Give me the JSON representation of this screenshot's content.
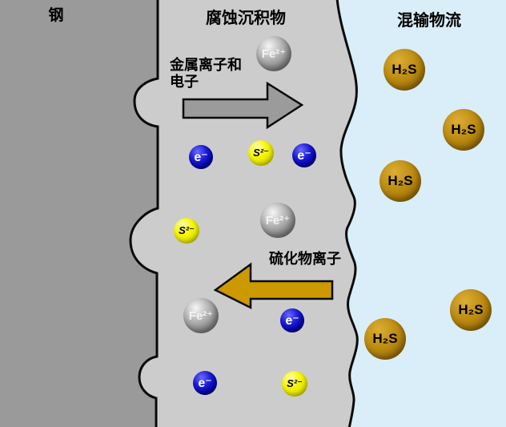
{
  "diagram": {
    "regions": {
      "steel": "钢",
      "deposit": "腐蚀沉积物",
      "fluid": "混输物流"
    },
    "arrows": {
      "metal_ions": {
        "label_line1": "金属离子和",
        "label_line2": "电子",
        "direction": "right"
      },
      "sulfide_ions": {
        "label": "硫化物离子",
        "direction": "left"
      }
    },
    "particle_labels": {
      "fe": "Fe²⁺",
      "electron": "e⁻",
      "sulfide": "S²⁻",
      "h2s": "H₂S"
    },
    "particle_counts": {
      "fe": 3,
      "electron": 4,
      "sulfide": 3,
      "h2s": 5
    },
    "colors": {
      "steel_region": "#9a9a9a",
      "deposit_region": "#cccccc",
      "fluid_region": "#d9eef8",
      "boundary": "#0a0a0a",
      "metal_arrow": "#9b9b9b",
      "sulfide_arrow": "#cc9900",
      "fe_sphere": "#a9a9a9",
      "electron_sphere": "#0000bb",
      "sulfide_sphere": "#e8e800",
      "h2s_sphere": "#b8860b"
    }
  }
}
